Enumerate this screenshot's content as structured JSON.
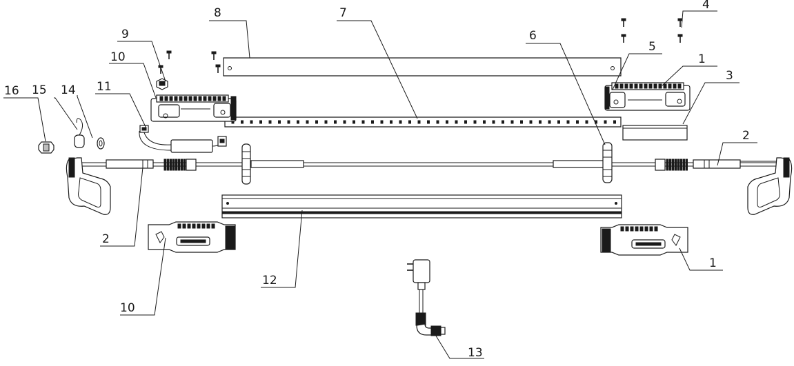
{
  "labels": {
    "l1a": "1",
    "l1b": "1",
    "l2a": "2",
    "l2b": "2",
    "l3": "3",
    "l4": "4",
    "l5": "5",
    "l6": "6",
    "l7": "7",
    "l8": "8",
    "l9": "9",
    "l10a": "10",
    "l10b": "10",
    "l11": "11",
    "l12": "12",
    "l13": "13",
    "l14": "14",
    "l15": "15",
    "l16": "16"
  }
}
